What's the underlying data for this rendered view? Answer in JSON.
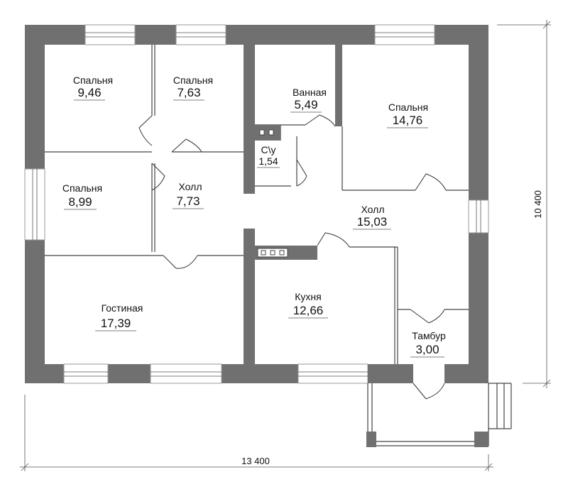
{
  "rooms": [
    {
      "id": "bedroom-1",
      "name": "Спальня",
      "area": "9,46"
    },
    {
      "id": "bedroom-2",
      "name": "Спальня",
      "area": "7,63"
    },
    {
      "id": "bathroom",
      "name": "Ванная",
      "area": "5,49"
    },
    {
      "id": "bedroom-3",
      "name": "Спальня",
      "area": "14,76"
    },
    {
      "id": "wc",
      "name": "С\\у",
      "area": "1,54"
    },
    {
      "id": "bedroom-4",
      "name": "Спальня",
      "area": "8,99"
    },
    {
      "id": "hall-1",
      "name": "Холл",
      "area": "7,73"
    },
    {
      "id": "hall-2",
      "name": "Холл",
      "area": "15,03"
    },
    {
      "id": "living-room",
      "name": "Гостиная",
      "area": "17,39"
    },
    {
      "id": "kitchen",
      "name": "Кухня",
      "area": "12,66"
    },
    {
      "id": "vestibule",
      "name": "Тамбур",
      "area": "3,00"
    }
  ],
  "dimensions": {
    "width": "13 400",
    "height": "10 400"
  },
  "colors": {
    "wall": "#707070",
    "line": "#333333",
    "background": "#ffffff"
  }
}
